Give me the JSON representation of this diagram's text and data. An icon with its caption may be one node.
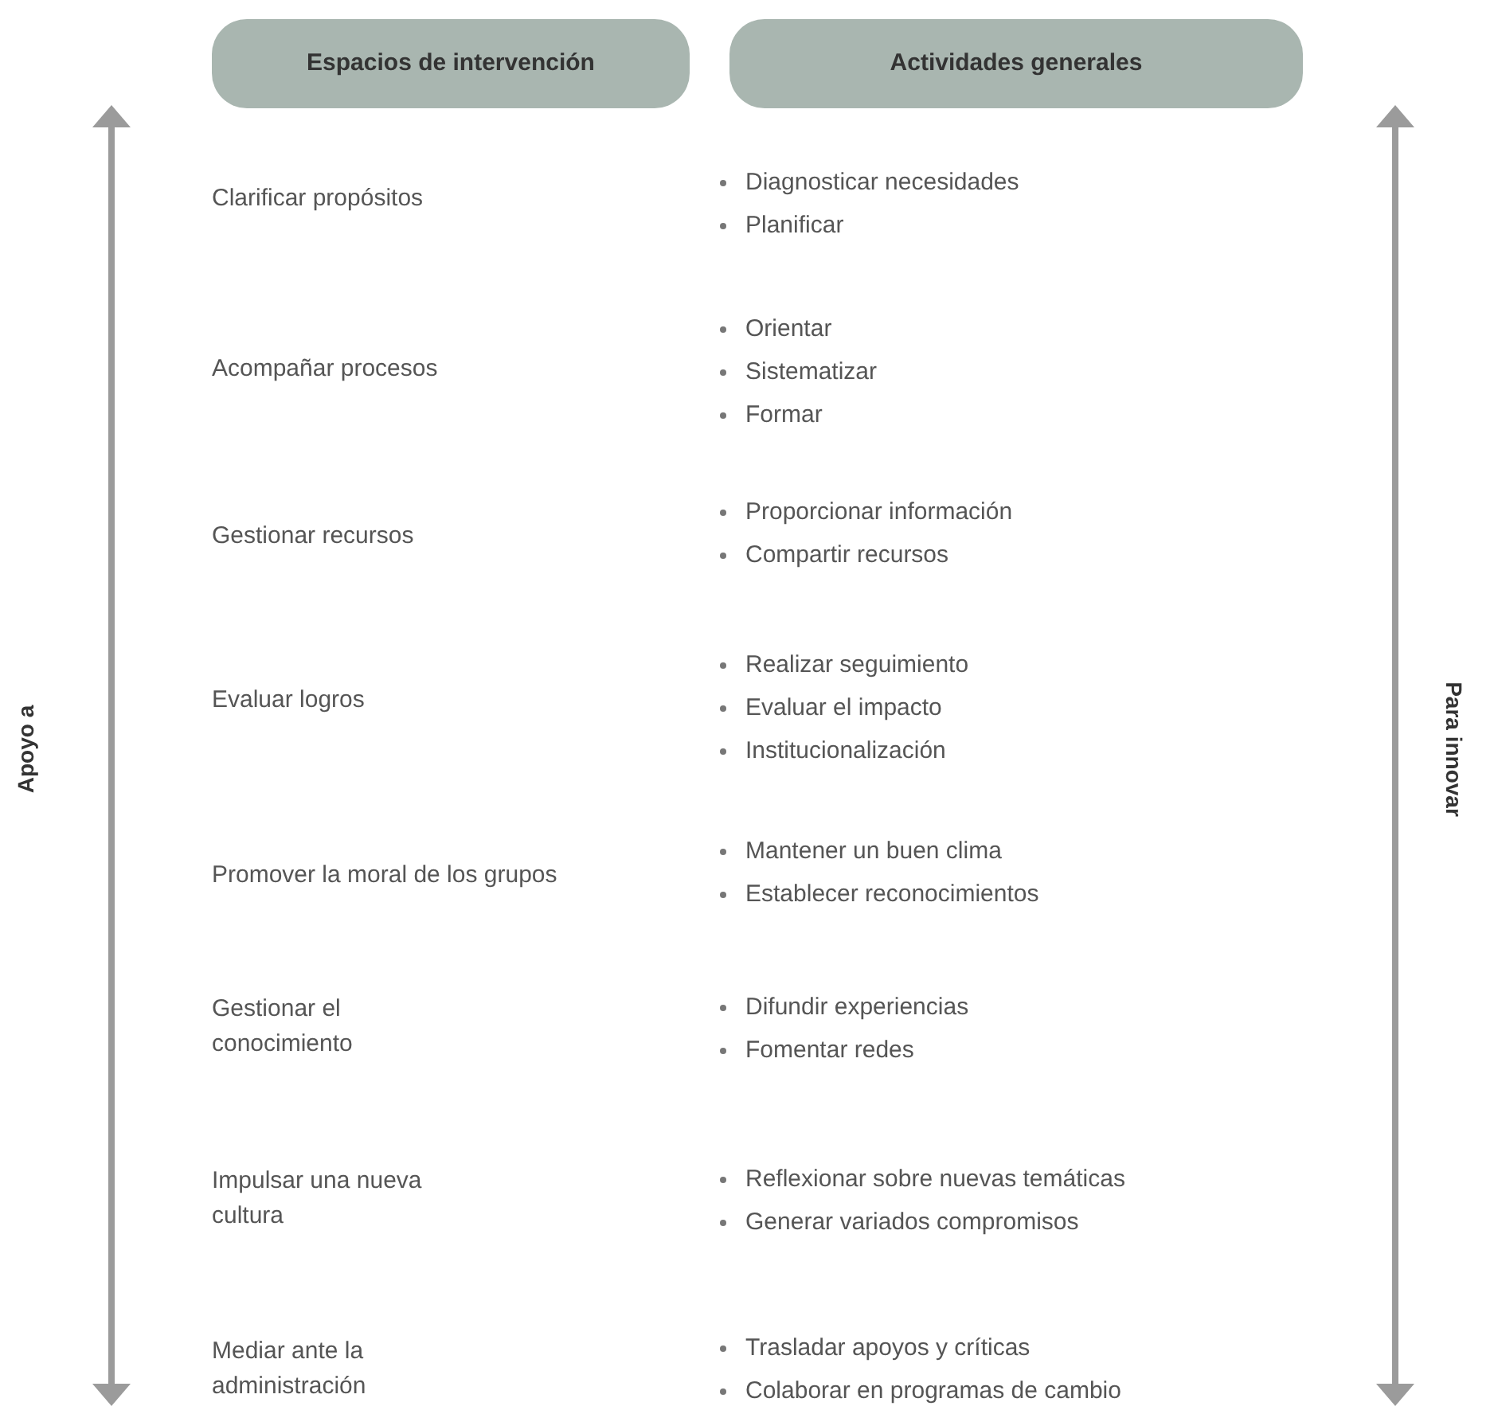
{
  "diagram": {
    "nodes": [
      {
        "text": [
          "Espacios de intervención"
        ]
      },
      {
        "text": [
          "Actividades generales"
        ]
      }
    ],
    "labels": [
      "Apoyo a",
      "Clarificar propósitos",
      "Diagnosticar necesidades",
      "Planificar",
      "Acompañar procesos",
      "Orientar",
      "Sistematizar",
      "Formar",
      "Gestionar recursos",
      "Proporcionar información",
      "Compartir recursos",
      "Evaluar logros",
      "Realizar seguimiento",
      "Evaluar el impacto",
      "Institucionalización",
      "Promover la moral de los grupos",
      "Mantener un buen clima",
      "Establecer reconocimientos",
      "Gestionar el conocimiento",
      "Difundir experiencias",
      "Fomentar redes",
      "Impulsar una nueva cultura",
      "Reflexionar sobre nuevas temáticas",
      "Generar variados compromisos",
      "Mediar ante la administración",
      "Trasladar apoyos y críticas",
      "Colaborar en programas de cambio",
      "Para innovar"
    ]
  }
}
